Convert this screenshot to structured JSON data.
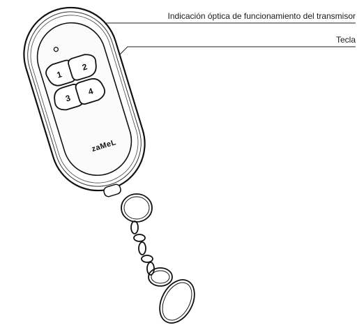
{
  "callouts": {
    "led_label": "Indicación óptica de funcionamiento del transmisor",
    "key_label": "Tecla"
  },
  "remote": {
    "brand": "zaMeL",
    "buttons": [
      "1",
      "2",
      "3",
      "4"
    ]
  }
}
